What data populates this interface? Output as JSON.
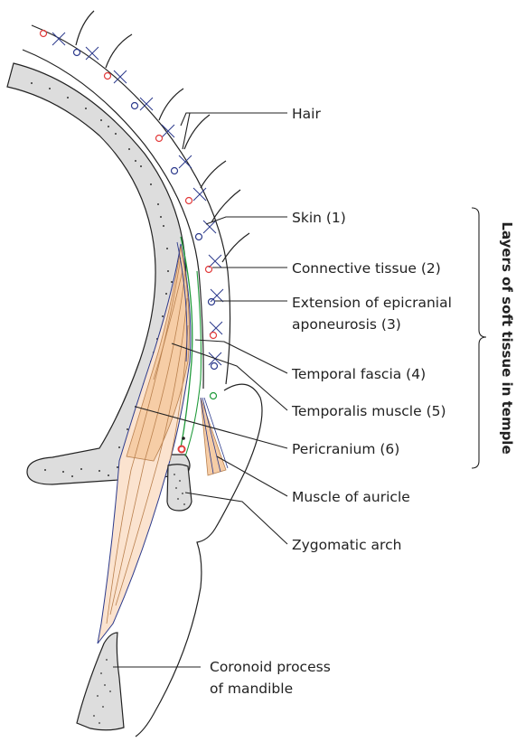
{
  "labels": {
    "hair": "Hair",
    "skin": "Skin (1)",
    "connective_tissue": "Connective tissue (2)",
    "epicranial_line1": "Extension of epicranial",
    "epicranial_line2": "aponeurosis (3)",
    "temporal_fascia": "Temporal fascia (4)",
    "temporalis_muscle": "Temporalis muscle (5)",
    "pericranium": "Pericranium (6)",
    "muscle_of_auricle": "Muscle of auricle",
    "zygomatic_arch": "Zygomatic arch",
    "coronoid_line1": "Coronoid process",
    "coronoid_line2": "of mandible"
  },
  "bracket_label": "Layers of soft tissue in temple",
  "colors": {
    "bone_fill": "#dddddd",
    "muscle_fill": "#f6cda6",
    "muscle_fiber": "#b9804e",
    "vessel_red": "#e23b3b",
    "vessel_blue": "#2c3a8c",
    "fascia_green": "#1f9a3a",
    "nerve_blue": "#2c3a8c",
    "outline": "#222222"
  }
}
